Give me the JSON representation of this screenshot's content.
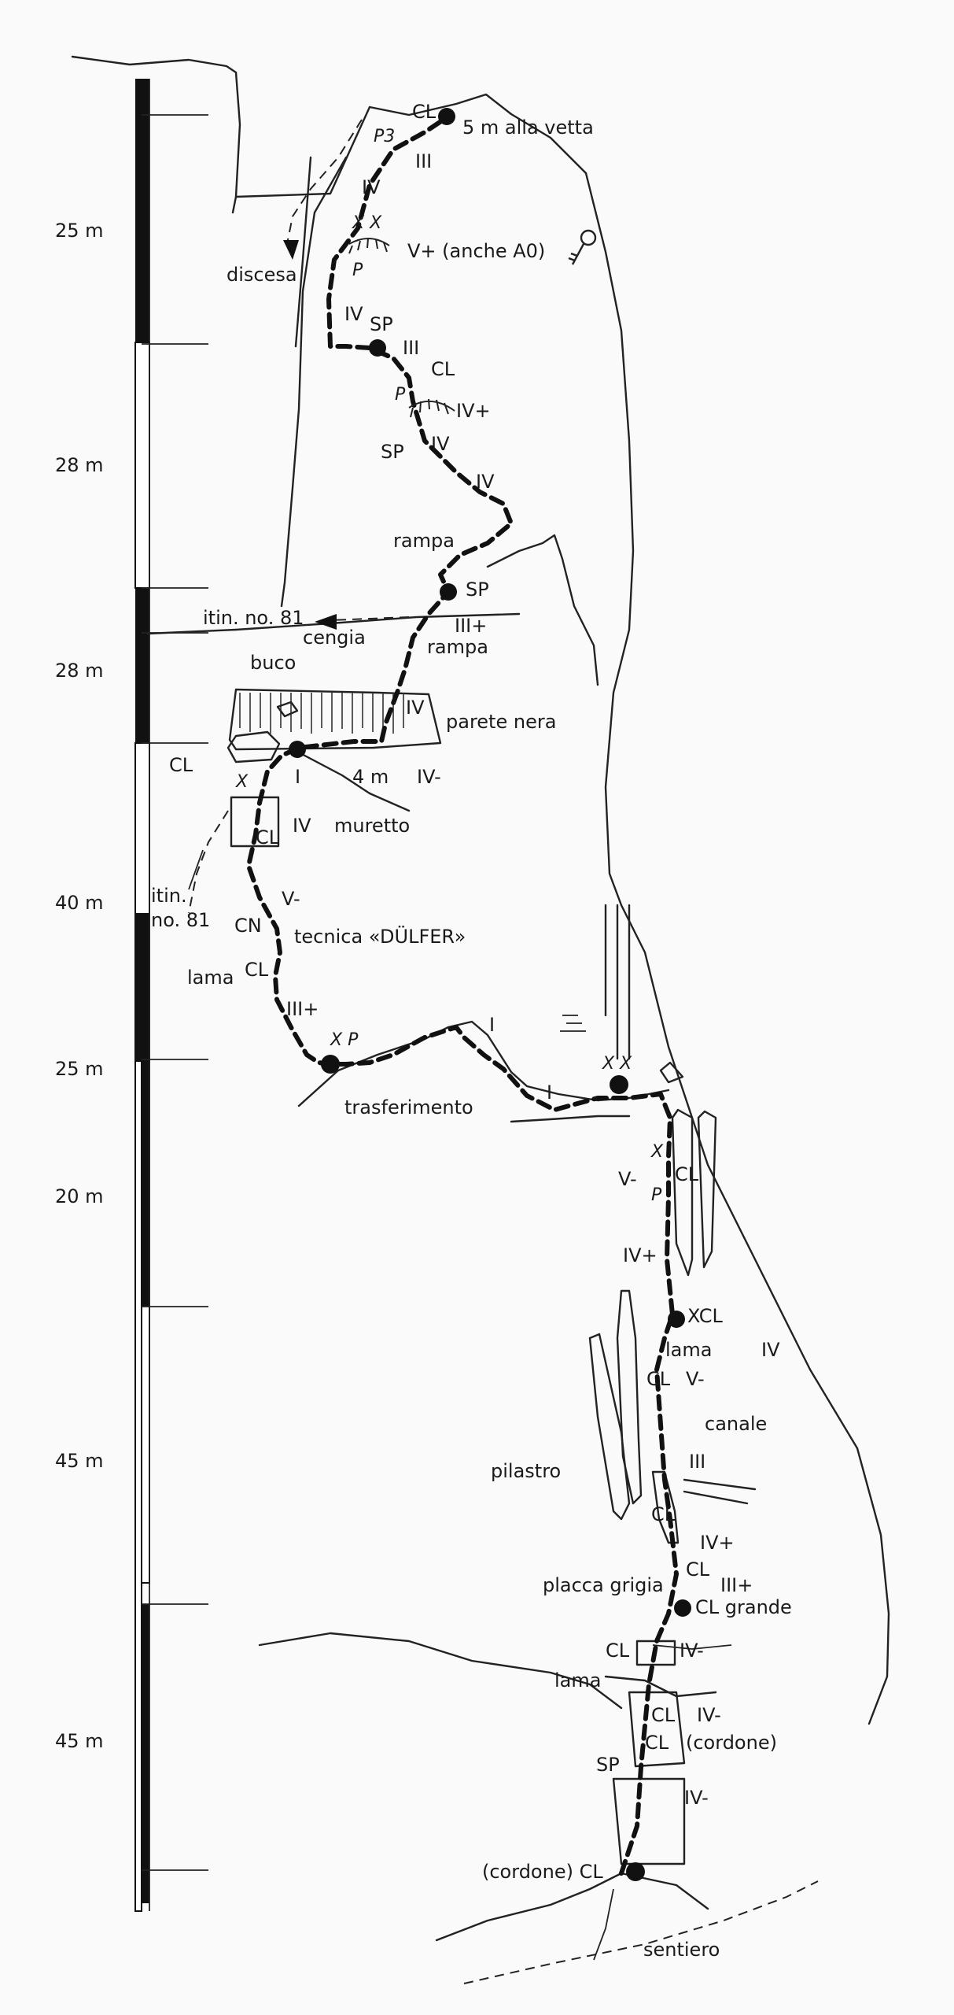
{
  "scale": {
    "pitches": [
      "25 m",
      "28 m",
      "28 m",
      "40 m",
      "25 m",
      "20 m",
      "45 m",
      "45 m"
    ]
  },
  "labels": {
    "cl_top": "CL",
    "summit": "5 m alla vetta",
    "p3": "P3",
    "g_iii_top": "III",
    "g_iv_top": "IV",
    "xx_top": "X X",
    "v_plus": "V+ (anche A0)",
    "discesa": "discesa",
    "p_top": "P",
    "g_iv_mid": "IV",
    "sp_1": "SP",
    "g_iii_2": "III",
    "cl_2": "CL",
    "p_2": "P",
    "iv_plus_1": "IV+",
    "sp_2": "SP",
    "g_iv_3": "IV",
    "g_iv_4": "IV",
    "rampa_1": "rampa",
    "sp_3": "SP",
    "itin_81_top": "itin. no. 81",
    "iii_plus_1": "III+",
    "cengia": "cengia",
    "rampa_2": "rampa",
    "buco": "buco",
    "g_iv_5": "IV",
    "parete_nera": "parete nera",
    "cl_3": "CL",
    "x_1": "X",
    "g_i_1": "I",
    "four_m": "4 m",
    "iv_minus_1": "IV-",
    "g_iv_6": "IV",
    "cl_4": "CL",
    "muretto": "muretto",
    "itin_1": "itin.",
    "itin_2": "no. 81",
    "v_minus_1": "V-",
    "cn": "CN",
    "dulfer": "tecnica «DÜLFER»",
    "lama_1": "lama",
    "cl_5": "CL",
    "iii_plus_2": "III+",
    "xp": "X P",
    "g_i_2": "I",
    "g_i_3": "I",
    "xx_2": "X X",
    "trasferimento": "trasferimento",
    "x_2": "X",
    "v_minus_2": "V-",
    "cl_6": "CL",
    "p_3": "P",
    "iv_plus_2": "IV+",
    "xcl": "XCL",
    "lama_2": "lama",
    "g_iv_7": "IV",
    "cl_7": "CL",
    "v_minus_3": "V-",
    "canale": "canale",
    "pilastro": "pilastro",
    "g_iii_3": "III",
    "cl_8": "CL",
    "iv_plus_3": "IV+",
    "cl_9": "CL",
    "placca": "placca grigia",
    "iii_plus_3": "III+",
    "cl_grande": "CL grande",
    "cl_10": "CL",
    "iv_minus_2": "IV-",
    "lama_3": "lama",
    "cl_11": "CL",
    "iv_minus_3": "IV-",
    "cl_12": "CL",
    "cordone_1": "(cordone)",
    "sp_4": "SP",
    "iv_minus_4": "IV-",
    "cordone_cl": "(cordone) CL",
    "sentiero": "sentiero"
  }
}
